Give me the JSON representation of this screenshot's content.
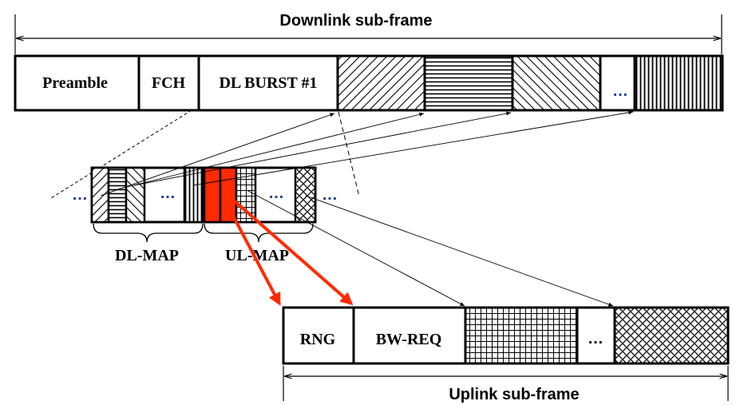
{
  "downlink": {
    "title": "Downlink sub-frame",
    "preamble": "Preamble",
    "fch": "FCH",
    "burst1": "DL BURST #1",
    "ellipsis": "…"
  },
  "map": {
    "ellipsis": "…",
    "dl_label": "DL-MAP",
    "ul_label": "UL-MAP"
  },
  "uplink": {
    "title": "Uplink sub-frame",
    "rng": "RNG",
    "bwreq": "BW-REQ",
    "ellipsis": "…"
  },
  "colors": {
    "accent": "#ff2a00",
    "dots": "#1f3f8f",
    "stroke": "#000000"
  }
}
